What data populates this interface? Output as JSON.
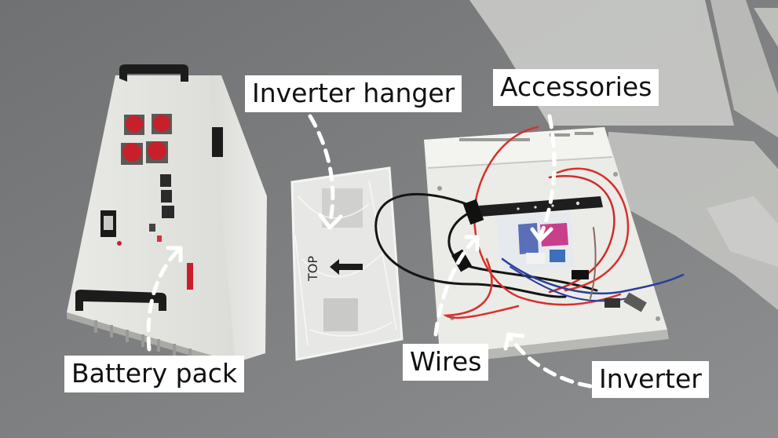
{
  "photo": {
    "subject": "solar inverter kit components laid out on a grey floor",
    "colors": {
      "floor": "#7d7f80",
      "sunlight": "#d7d8d3",
      "device_white": "#eeeeea",
      "handle_black": "#1c1c1c",
      "connector_red": "#c8202a",
      "wire_red": "#d8302c",
      "wire_black": "#151515",
      "wire_blue": "#2a3f9c",
      "label_bg": "#ffffff",
      "label_text": "#111111"
    }
  },
  "labels": {
    "battery_pack": "Battery pack",
    "inverter_hanger": "Inverter hanger",
    "accessories": "Accessories",
    "wires": "Wires",
    "inverter": "Inverter"
  },
  "printed_marks": {
    "hanger_text": "TOP"
  }
}
